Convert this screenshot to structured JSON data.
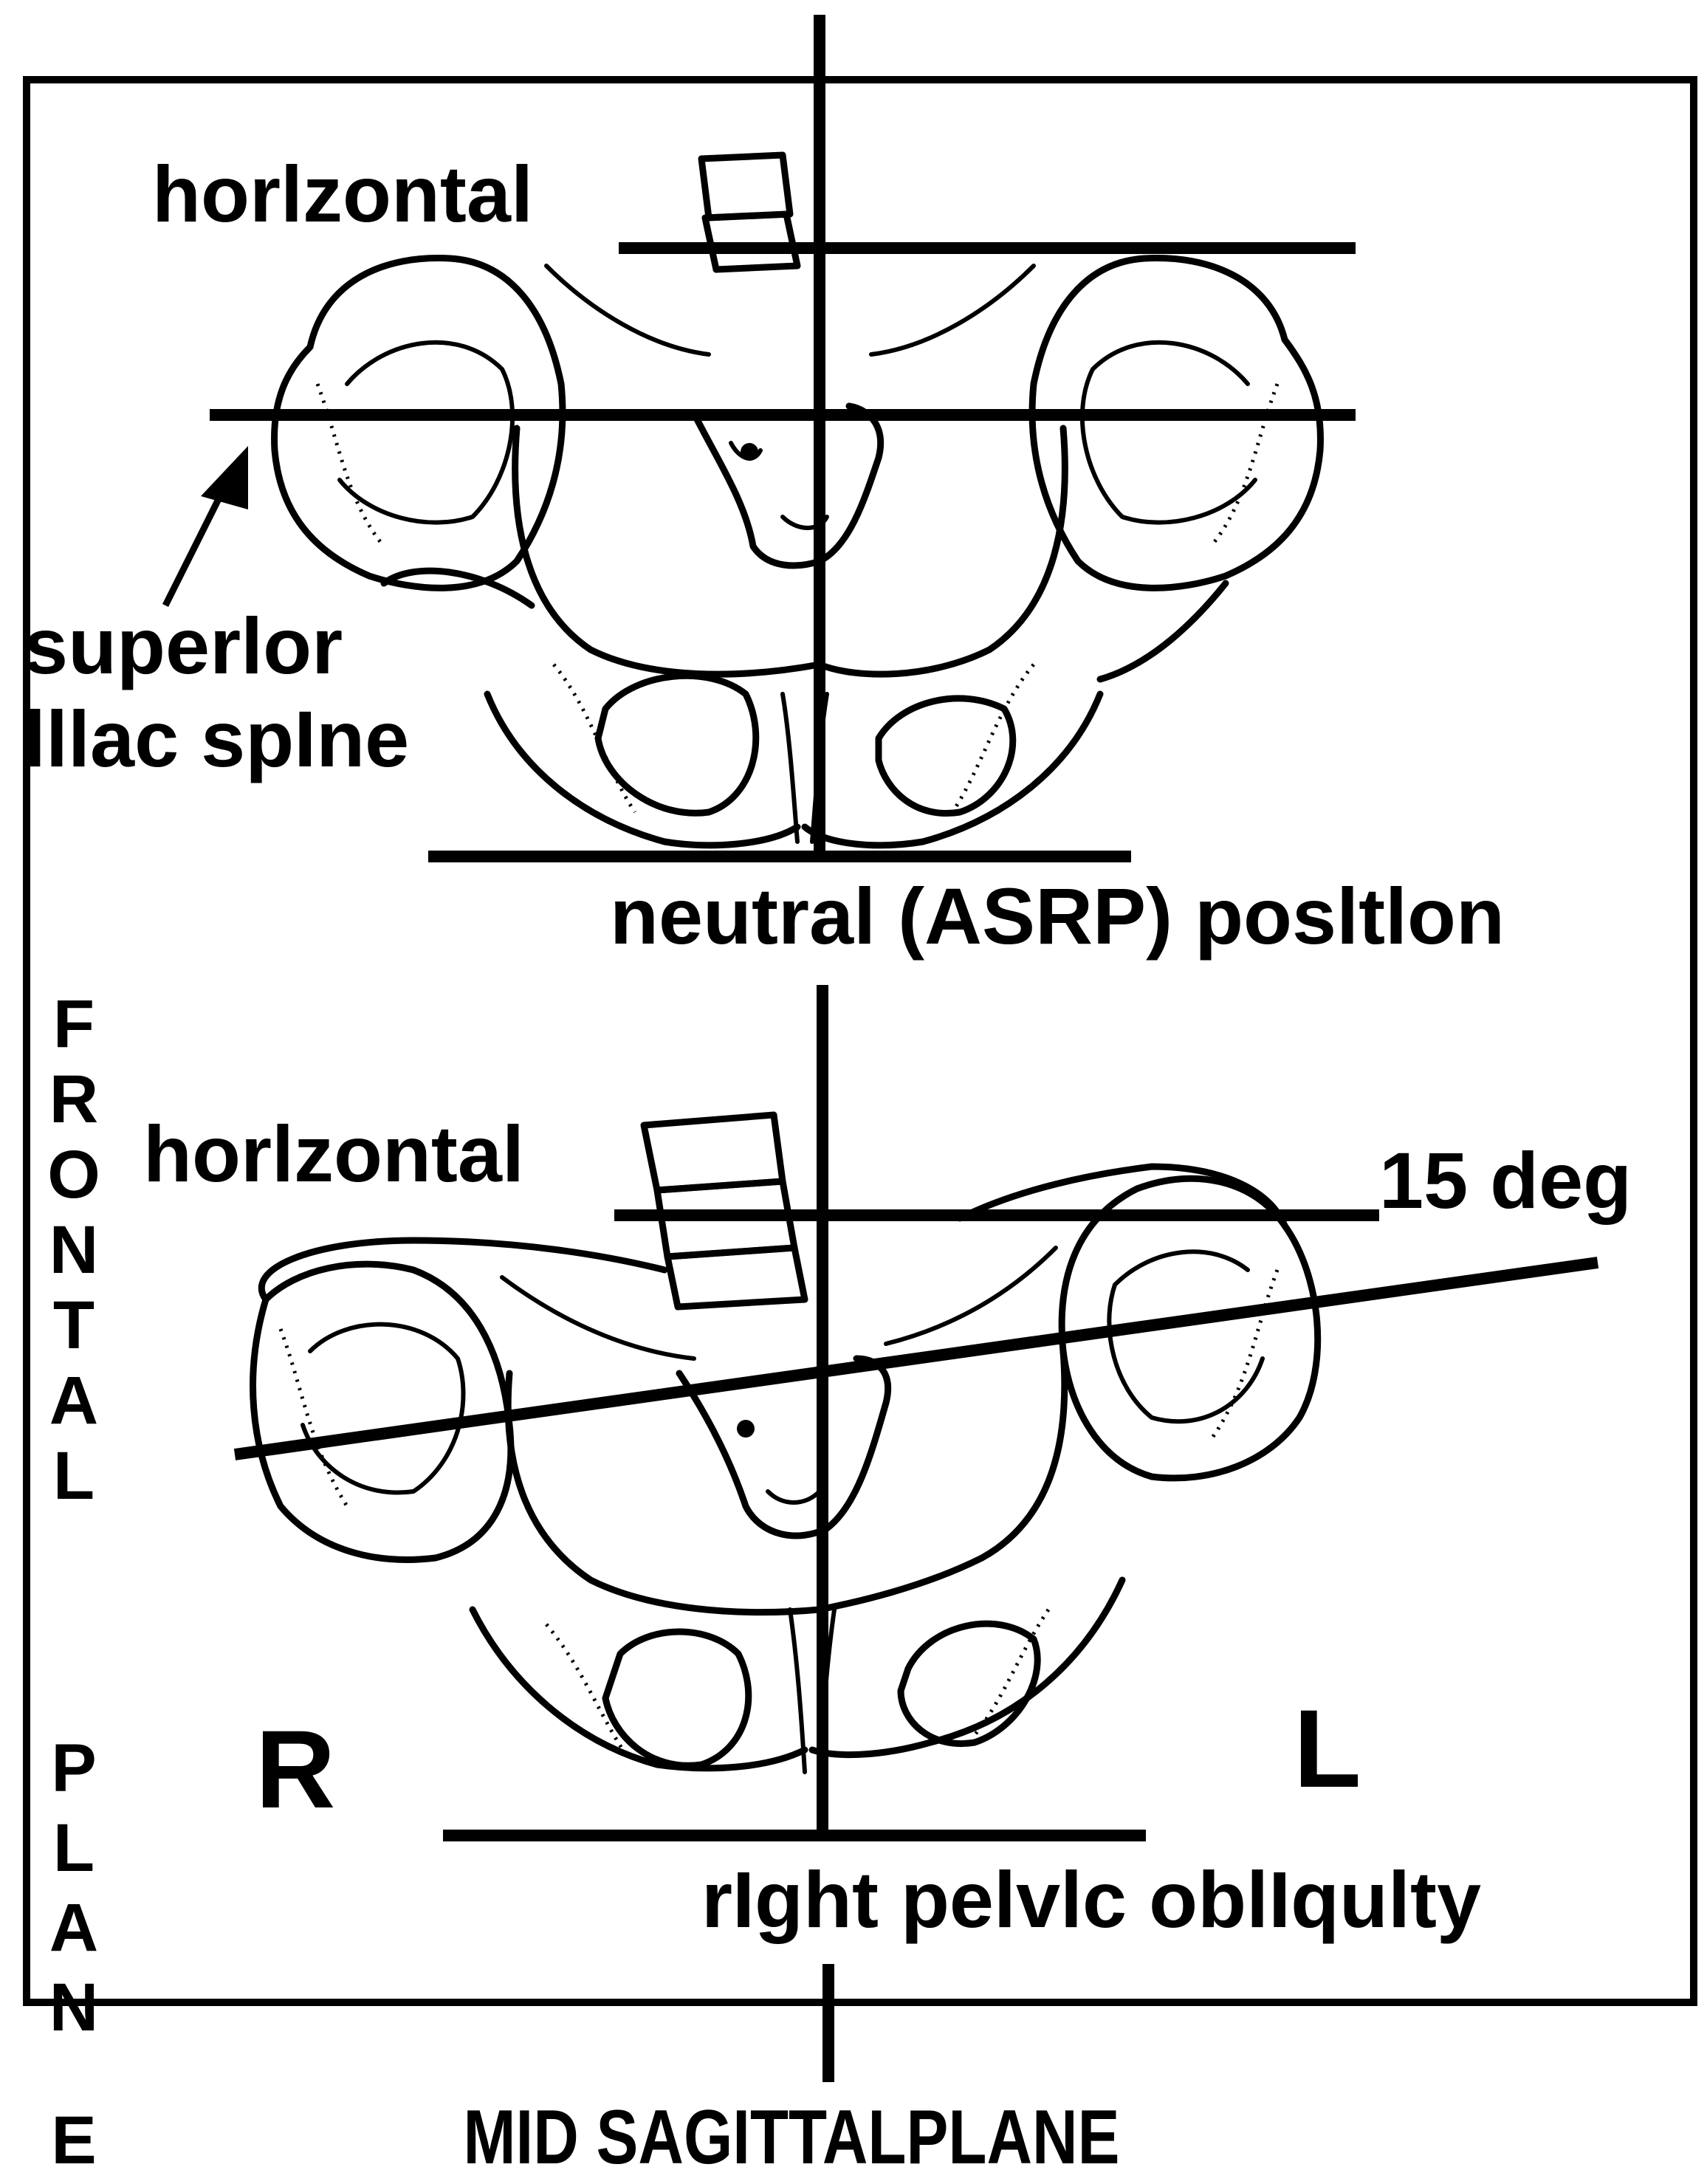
{
  "colors": {
    "ink": "#000000",
    "paper": "#ffffff"
  },
  "figure": {
    "top_panel": {
      "horizontal_label": "horlzontal",
      "landmark_label_line1": "superlor",
      "landmark_label_line2": "lllac spIne",
      "caption": "neutral (ASRP) posltlon"
    },
    "bottom_panel": {
      "horizontal_label": "horlzontal",
      "angle_label": "15 deg",
      "side_right": "R",
      "side_left": "L",
      "caption": "rIght pelvlc oblIqulty"
    },
    "frontal_plane_letters": [
      "F",
      "R",
      "O",
      "N",
      "T",
      "A",
      "L",
      "P",
      "L",
      "A",
      "N",
      "E"
    ],
    "mid_sagittal_label": "MID SAGITTALPLANE"
  }
}
